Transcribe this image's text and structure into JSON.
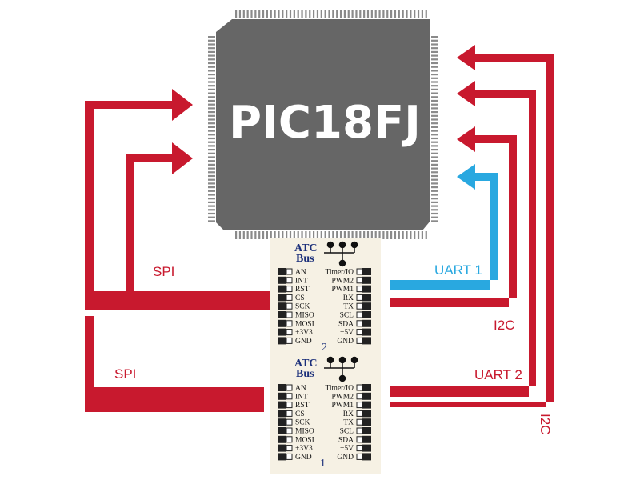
{
  "mcu": {
    "label": "PIC18FJ"
  },
  "buses": {
    "spi_top": "SPI",
    "spi_bottom": "SPI",
    "uart1": "UART 1",
    "uart2": "UART 2",
    "i2c_top": "I2C",
    "i2c_bottom": "I2C"
  },
  "atc_modules": [
    {
      "title_line1": "ATC",
      "title_line2": "Bus",
      "number": "2",
      "left_pins": [
        "AN",
        "INT",
        "RST",
        "CS",
        "SCK",
        "MISO",
        "MOSI",
        "+3V3",
        "GND"
      ],
      "right_pins": [
        "Timer/IO",
        "PWM2",
        "PWM1",
        "RX",
        "TX",
        "SCL",
        "SDA",
        "+5V",
        "GND"
      ]
    },
    {
      "title_line1": "ATC",
      "title_line2": "Bus",
      "number": "1",
      "left_pins": [
        "AN",
        "INT",
        "RST",
        "CS",
        "SCK",
        "MISO",
        "MOSI",
        "+3V3",
        "GND"
      ],
      "right_pins": [
        "Timer/IO",
        "PWM2",
        "PWM1",
        "RX",
        "TX",
        "SCL",
        "SDA",
        "+5V",
        "GND"
      ]
    }
  ],
  "colors": {
    "chip": "#666666",
    "chip_pins": "#8a8a8a",
    "red_bus": "#c8192e",
    "blue_bus": "#29a8e0",
    "module_bg": "#f6f1e4",
    "atc_text": "#1b2f7a"
  }
}
